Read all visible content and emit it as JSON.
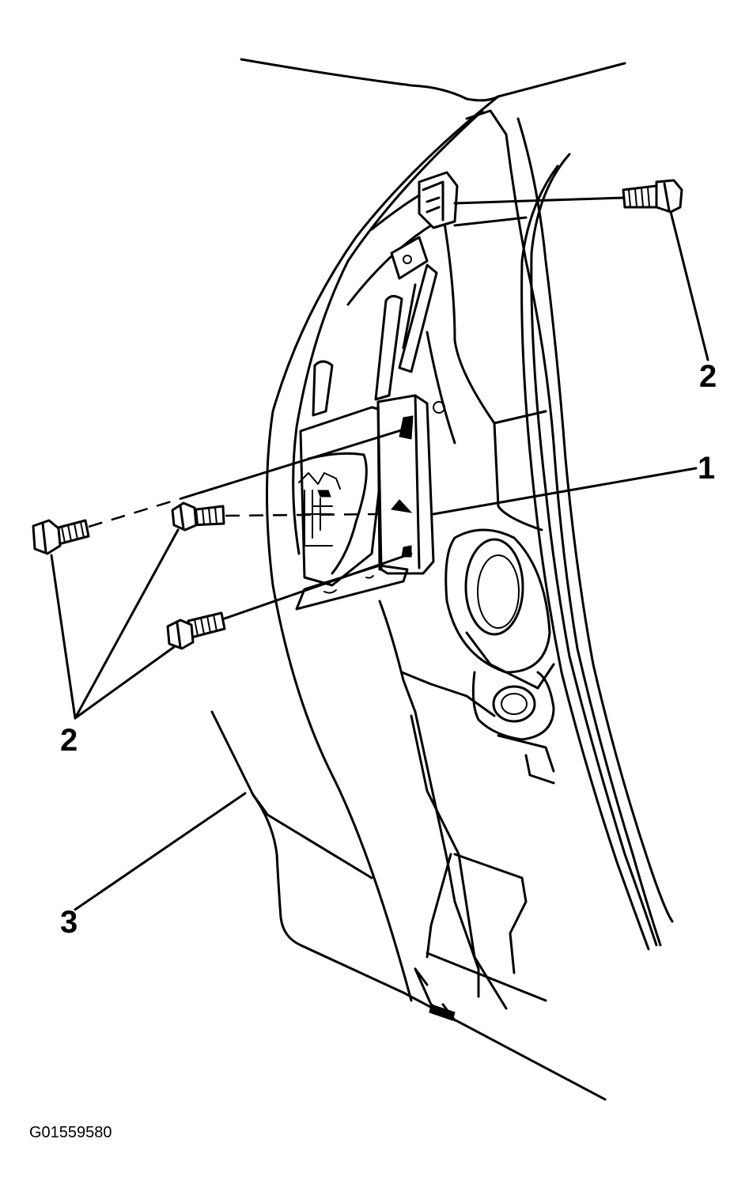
{
  "callouts": {
    "one": "1",
    "two_upper": "2",
    "two_left": "2",
    "three": "3"
  },
  "figure_id": "G01559580",
  "colors": {
    "line": "#000000",
    "background": "#ffffff"
  }
}
